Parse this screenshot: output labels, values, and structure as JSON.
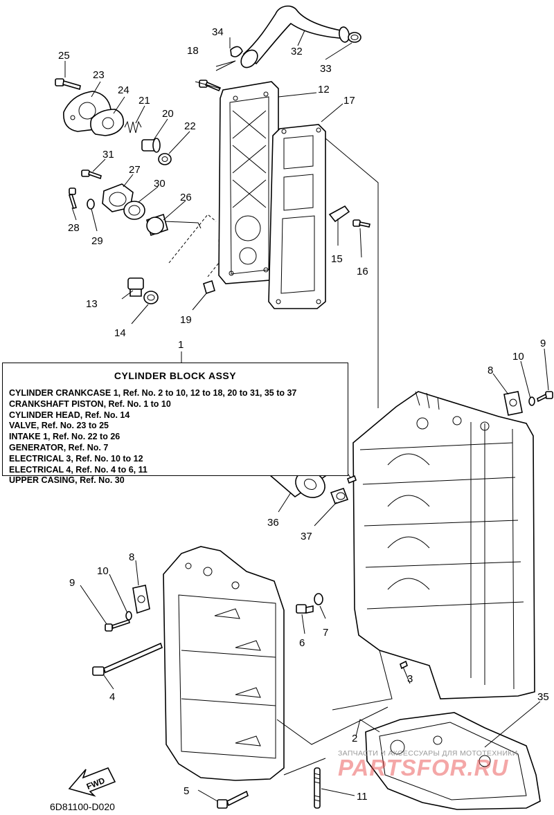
{
  "diagram": {
    "code": "6D81100-D020",
    "fwd_label": "FWD"
  },
  "assembly_box": {
    "title": "CYLINDER BLOCK ASSY",
    "lines": [
      "CYLINDER CRANKCASE 1, Ref. No. 2 to 10, 12 to 18, 20 to 31, 35 to 37",
      "CRANKSHAFT PISTON, Ref. No. 1 to 10",
      "CYLINDER HEAD, Ref. No. 14",
      "VALVE,  Ref. No. 23 to 25",
      "INTAKE 1, Ref. No. 22 to 26",
      "GENERATOR,  Ref. No. 7",
      "ELECTRICAL 3, Ref. No. 10 to 12",
      "ELECTRICAL 4, Ref. No. 4 to 6, 11",
      "UPPER CASING, Ref. No. 30"
    ]
  },
  "callouts": {
    "c1": "1",
    "c2a": "2",
    "c2b": "2",
    "c3a": "3",
    "c3b": "3",
    "c4": "4",
    "c5": "5",
    "c6": "6",
    "c7": "7",
    "c8a": "8",
    "c8b": "8",
    "c9a": "9",
    "c9b": "9",
    "c10a": "10",
    "c10b": "10",
    "c11": "11",
    "c12": "12",
    "c13": "13",
    "c14": "14",
    "c15": "15",
    "c16": "16",
    "c17": "17",
    "c18": "18",
    "c19": "19",
    "c20": "20",
    "c21": "21",
    "c22": "22",
    "c23": "23",
    "c24": "24",
    "c25": "25",
    "c26": "26",
    "c27": "27",
    "c28": "28",
    "c29": "29",
    "c30": "30",
    "c31": "31",
    "c32": "32",
    "c33": "33",
    "c34": "34",
    "c35": "35",
    "c36": "36",
    "c37": "37"
  },
  "watermark": {
    "small": "ЗАПЧАСТИ И АКСЕССУАРЫ ДЛЯ МОТОТЕХНИКИ",
    "big": "PARTSFOR.RU"
  }
}
